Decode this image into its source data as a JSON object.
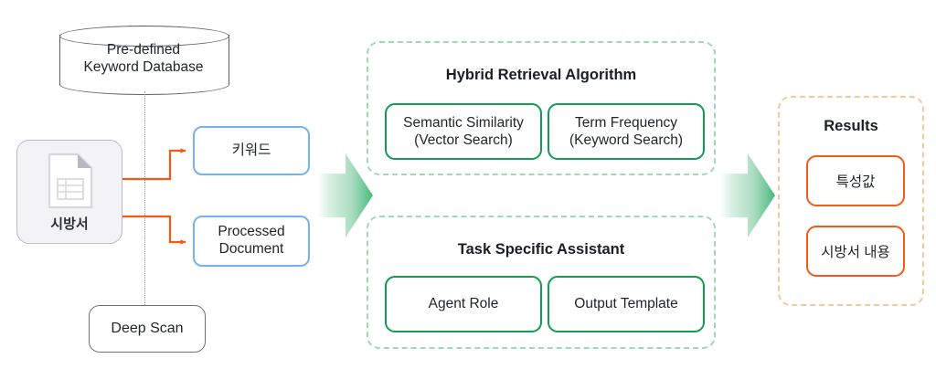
{
  "colors": {
    "green_solid": "#0f9d4f",
    "green_dashed": "#9fd9b4",
    "blue_border": "#74b3f0",
    "orange_accent": "#f4591a",
    "orange_dashed": "#f6c79a",
    "gray_border": "#6d7177",
    "card_bg": "#f2f2f7"
  },
  "source": {
    "database": {
      "line1": "Pre-defined",
      "line2": "Keyword Database",
      "icon": "cylinder-database-icon"
    },
    "document": {
      "label": "시방서",
      "icon": "spreadsheet-document-icon"
    },
    "deep_scan": {
      "label": "Deep Scan"
    },
    "outputs": [
      {
        "label": "키워드"
      },
      {
        "line1": "Processed",
        "line2": "Document"
      }
    ]
  },
  "flow_arrows": {
    "left_arrow_icon": "green-gradient-right-arrow",
    "right_arrow_icon": "green-gradient-right-arrow",
    "connector_icon": "orange-elbow-arrow"
  },
  "middle": {
    "panels": [
      {
        "title": "Hybrid Retrieval Algorithm",
        "boxes": [
          {
            "line1": "Semantic Similarity",
            "line2": "(Vector Search)"
          },
          {
            "line1": "Term Frequency",
            "line2": "(Keyword Search)"
          }
        ]
      },
      {
        "title": "Task Specific Assistant",
        "boxes": [
          {
            "line1": "Agent Role",
            "line2": ""
          },
          {
            "line1": "Output Template",
            "line2": ""
          }
        ]
      }
    ]
  },
  "results": {
    "title": "Results",
    "items": [
      {
        "label": "특성값"
      },
      {
        "label": "시방서 내용"
      }
    ]
  }
}
